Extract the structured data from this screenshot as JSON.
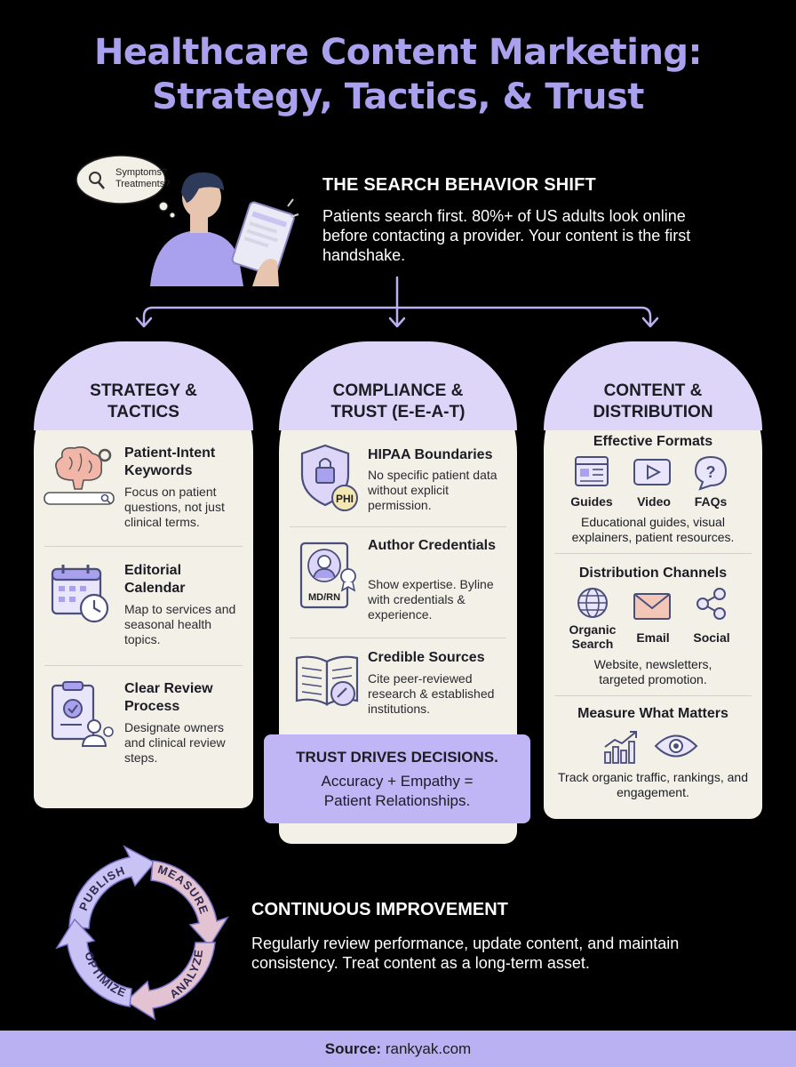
{
  "title_line1": "Healthcare Content Marketing:",
  "title_line2": "Strategy, Tactics, & Trust",
  "intro": {
    "bubble_line1": "Symptoms?",
    "bubble_line2": "Treatments?",
    "heading": "THE SEARCH BEHAVIOR SHIFT",
    "text": "Patients search first. 80%+ of US adults look online before contacting a provider. Your content is the first handshake."
  },
  "col1": {
    "heading": "STRATEGY &\nTACTICS",
    "items": [
      {
        "title": "Patient-Intent Keywords",
        "desc": "Focus on patient questions, not just clinical terms."
      },
      {
        "title": "Editorial Calendar",
        "desc": "Map to services and seasonal health topics."
      },
      {
        "title": "Clear Review Process",
        "desc": "Designate owners and clinical review steps."
      }
    ]
  },
  "col2": {
    "heading": "COMPLIANCE &\nTRUST (E-E-A-T)",
    "items": [
      {
        "title": "HIPAA Boundaries",
        "desc": "No specific patient data without explicit permission.",
        "badge": "PHI"
      },
      {
        "title": "Author Credentials",
        "desc": "Show expertise. Byline with credentials & experience.",
        "badge": "MD/RN"
      },
      {
        "title": "Credible Sources",
        "desc": "Cite peer-reviewed research & established institutions."
      }
    ],
    "trust_title": "TRUST DRIVES DECISIONS.",
    "trust_text": "Accuracy + Empathy =\nPatient Relationships."
  },
  "col3": {
    "heading": "CONTENT &\nDISTRIBUTION",
    "formats_title": "Effective Formats",
    "formats": [
      "Guides",
      "Video",
      "FAQs"
    ],
    "formats_desc": "Educational guides, visual explainers, patient resources.",
    "channels_title": "Distribution Channels",
    "channels": [
      "Organic\nSearch",
      "Email",
      "Social"
    ],
    "channels_desc": "Website, newsletters, targeted promotion.",
    "measure_title": "Measure What Matters",
    "measure_desc": "Track organic traffic, rankings, and engagement."
  },
  "cycle": [
    "PUBLISH",
    "MEASURE",
    "ANALYZE",
    "OPTIMIZE"
  ],
  "improve": {
    "heading": "CONTINUOUS IMPROVEMENT",
    "text": "Regularly review performance, update content, and maintain consistency. Treat content as a long-term asset."
  },
  "footer": {
    "label": "Source:",
    "value": "rankyak.com"
  },
  "colors": {
    "accent": "#a9a1ee",
    "card": "#f3f0e8",
    "head": "#ddd6f8",
    "trust": "#c0b6f5",
    "icon": "#4a4e7a"
  }
}
